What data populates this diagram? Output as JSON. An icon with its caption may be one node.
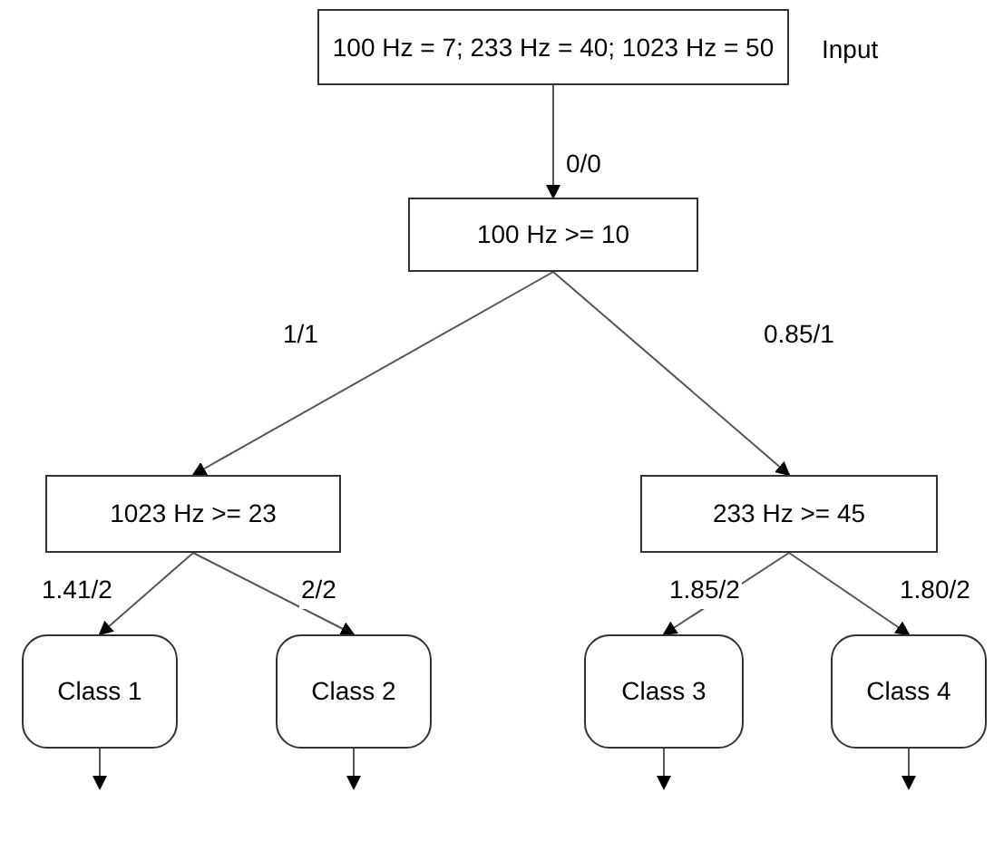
{
  "diagram": {
    "nodes": [
      {
        "text": [
          "100 Hz = 7; 233 Hz = 40; 1023 Hz = 50"
        ],
        "beside": [
          "Input"
        ]
      },
      {
        "text": [
          "100 Hz >= 10"
        ]
      },
      {
        "text": [
          "1023 Hz >= 23"
        ]
      },
      {
        "text": [
          "233 Hz >= 45"
        ]
      },
      {
        "text": [
          "Class 1"
        ]
      },
      {
        "text": [
          "Class 2"
        ]
      },
      {
        "text": [
          "Class 3"
        ]
      },
      {
        "text": [
          "Class 4"
        ]
      }
    ],
    "edges": [
      {
        "from": 0,
        "to": 1,
        "arrow": "to",
        "label": "0/0"
      },
      {
        "from": 1,
        "to": 2,
        "arrow": "to",
        "label": "1/1"
      },
      {
        "from": 1,
        "to": 3,
        "arrow": "to",
        "label": "0.85/1"
      },
      {
        "from": 2,
        "to": 4,
        "arrow": "to",
        "label": "1.41/2"
      },
      {
        "from": 2,
        "to": 5,
        "arrow": "to",
        "label": "2/2"
      },
      {
        "from": 3,
        "to": 6,
        "arrow": "to",
        "label": "1.85/2"
      },
      {
        "from": 3,
        "to": 7,
        "arrow": "to",
        "label": "1.80/2"
      },
      {
        "from": 4,
        "to": null,
        "arrow": "to"
      },
      {
        "from": 5,
        "to": null,
        "arrow": "to"
      },
      {
        "from": 6,
        "to": null,
        "arrow": "to"
      },
      {
        "from": 7,
        "to": null,
        "arrow": "to"
      }
    ]
  }
}
